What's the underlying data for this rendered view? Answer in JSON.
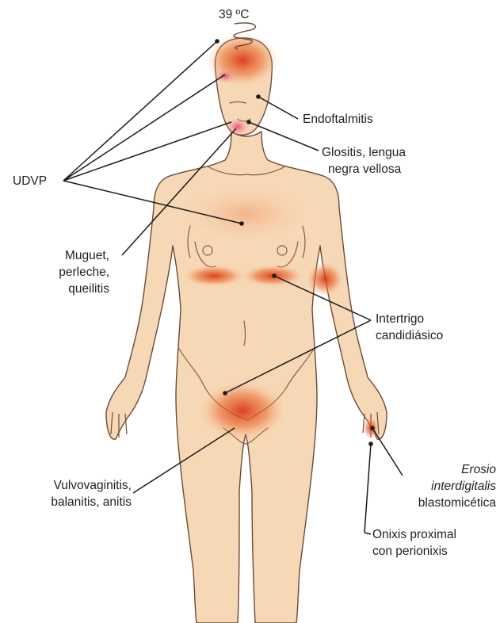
{
  "temperature": "39 ºC",
  "labels": {
    "endoftalmitis": "Endoftalmitis",
    "glositis_1": "Glositis, lengua",
    "glositis_2": "negra vellosa",
    "udvp": "UDVP",
    "muguet_1": "Muguet,",
    "muguet_2": "perleche,",
    "muguet_3": "queilitis",
    "intertrigo_1": "Intertrigo",
    "intertrigo_2": "candidiásico",
    "vulvo_1": "Vulvovaginitis,",
    "vulvo_2": "balanitis, anitis",
    "erosio_1": "Erosio",
    "erosio_2": "interdigitalis",
    "erosio_3": "blastomicética",
    "onixis_1": "Onixis proximal",
    "onixis_2": "con perionixis"
  },
  "colors": {
    "skin": "#f7d8b6",
    "outline": "#6e4a36",
    "inflammation": "#e23b12",
    "leader": "#1a1a1a"
  }
}
